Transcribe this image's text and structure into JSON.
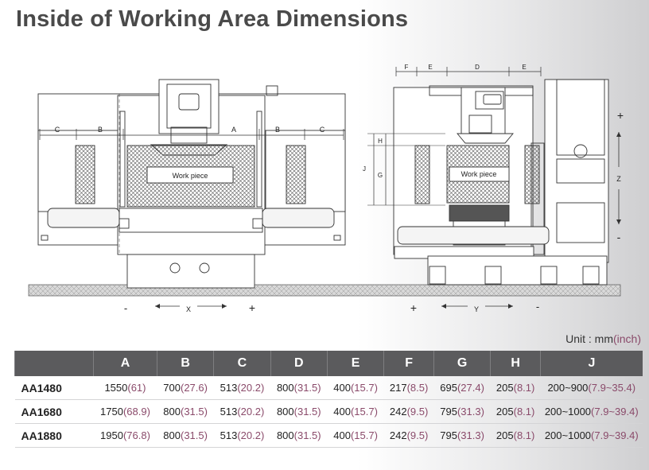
{
  "title": "Inside of Working Area Dimensions",
  "front_view": {
    "workpiece": "Work piece",
    "dim_labels": [
      "C",
      "B",
      "A",
      "B",
      "C"
    ],
    "axis_minus": "-",
    "axis_plus": "+",
    "axis_name": "X"
  },
  "side_view": {
    "workpiece": "Work piece",
    "top_dims": [
      "F",
      "E",
      "D",
      "E"
    ],
    "side_dims": [
      "H",
      "J",
      "G"
    ],
    "z_axis": {
      "plus": "+",
      "name": "Z",
      "minus": "-"
    },
    "y_axis": {
      "plus": "+",
      "name": "Y",
      "minus": "-"
    }
  },
  "unit": {
    "prefix": "Unit : mm",
    "inch": "(inch)"
  },
  "table": {
    "headers": [
      "",
      "A",
      "B",
      "C",
      "D",
      "E",
      "F",
      "G",
      "H",
      "J"
    ],
    "rows": [
      {
        "model": "AA1480",
        "cells": [
          [
            "1550",
            "(61)"
          ],
          [
            "700",
            "(27.6)"
          ],
          [
            "513",
            "(20.2)"
          ],
          [
            "800",
            "(31.5)"
          ],
          [
            "400",
            "(15.7)"
          ],
          [
            "217",
            "(8.5)"
          ],
          [
            "695",
            "(27.4)"
          ],
          [
            "205",
            "(8.1)"
          ],
          [
            "200~900",
            "(7.9~35.4)"
          ]
        ]
      },
      {
        "model": "AA1680",
        "cells": [
          [
            "1750",
            "(68.9)"
          ],
          [
            "800",
            "(31.5)"
          ],
          [
            "513",
            "(20.2)"
          ],
          [
            "800",
            "(31.5)"
          ],
          [
            "400",
            "(15.7)"
          ],
          [
            "242",
            "(9.5)"
          ],
          [
            "795",
            "(31.3)"
          ],
          [
            "205",
            "(8.1)"
          ],
          [
            "200~1000",
            "(7.9~39.4)"
          ]
        ]
      },
      {
        "model": "AA1880",
        "cells": [
          [
            "1950",
            "(76.8)"
          ],
          [
            "800",
            "(31.5)"
          ],
          [
            "513",
            "(20.2)"
          ],
          [
            "800",
            "(31.5)"
          ],
          [
            "400",
            "(15.7)"
          ],
          [
            "242",
            "(9.5)"
          ],
          [
            "795",
            "(31.3)"
          ],
          [
            "205",
            "(8.1)"
          ],
          [
            "200~1000",
            "(7.9~39.4)"
          ]
        ]
      }
    ]
  }
}
